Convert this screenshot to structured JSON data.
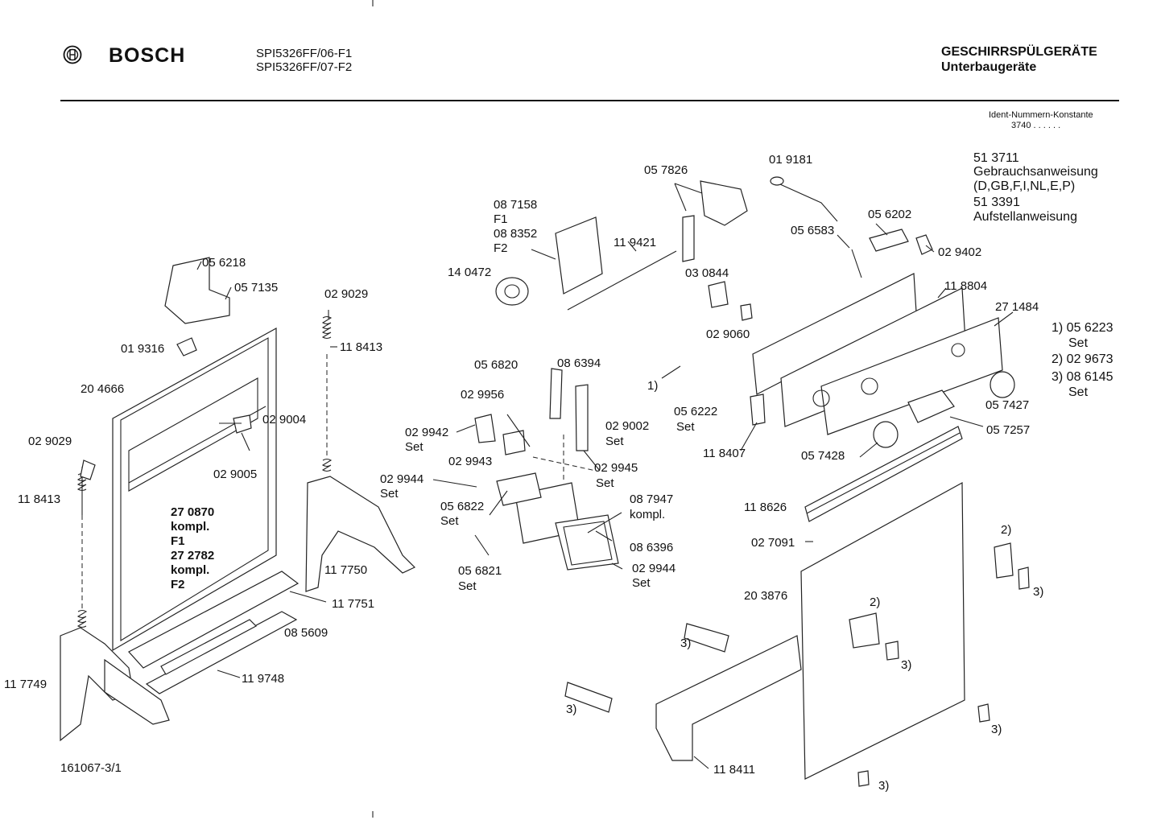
{
  "header": {
    "brand": "BOSCH",
    "model_line1": "SPI5326FF/06-F1",
    "model_line2": "SPI5326FF/07-F2",
    "category": "GESCHIRRSPÜLGERÄTE",
    "subcategory": "Unterbaugeräte",
    "ident_label": "Ident-Nummern-Konstante",
    "ident_value": "3740  . .   . . . ."
  },
  "documents": {
    "d1_no": "51 3711",
    "d1_name": "Gebrauchsanweisung",
    "d1_langs": "(D,GB,F,I,NL,E,P)",
    "d2_no": "51 3391",
    "d2_name": "Aufstellanweisung"
  },
  "footnotes": {
    "f1": "1) 05 6223",
    "f1_set": "Set",
    "f2": "2) 02 9673",
    "f3": "3) 08 6145",
    "f3_set": "Set"
  },
  "footer": {
    "drawing_no": "161067-3/1"
  },
  "labels": {
    "p_056218": "05 6218",
    "p_057135": "05 7135",
    "p_019316": "01 9316",
    "p_204666": "20 4666",
    "p_029029_top": "02 9029",
    "p_118413_top": "11 8413",
    "p_029029_left": "02 9029",
    "p_118413_left": "11 8413",
    "p_029004": "02 9004",
    "p_029005": "02 9005",
    "p_270870": "27 0870",
    "p_kompl1": "kompl.",
    "p_f1": "F1",
    "p_272782": "27 2782",
    "p_kompl2": "kompl.",
    "p_f2": "F2",
    "p_117750": "11 7750",
    "p_117751": "11 7751",
    "p_085609": "08 5609",
    "p_119748": "11 9748",
    "p_117749": "11 7749",
    "p_087158": "08 7158",
    "p_087158_f1": "F1",
    "p_088352": "08 8352",
    "p_088352_f2": "F2",
    "p_140472": "14 0472",
    "p_119421": "11 9421",
    "p_057826": "05 7826",
    "p_019181": "01 9181",
    "p_056202": "05 6202",
    "p_056583": "05 6583",
    "p_029402": "02 9402",
    "p_030844": "03 0844",
    "p_029060": "02 9060",
    "p_118804": "11 8804",
    "p_271484": "27 1484",
    "p_056820": "05 6820",
    "p_086394": "08 6394",
    "p_029956": "02 9956",
    "p_029942": "02 9942",
    "p_029942_set": "Set",
    "p_029002": "02 9002",
    "p_029002_set": "Set",
    "p_029943": "02 9943",
    "p_029945": "02 9945",
    "p_029945_set": "Set",
    "p_029944a": "02 9944",
    "p_029944a_set": "Set",
    "p_056822": "05 6822",
    "p_056822_set": "Set",
    "p_087947": "08 7947",
    "p_087947_kompl": "kompl.",
    "p_086396": "08 6396",
    "p_029944b": "02 9944",
    "p_029944b_set": "Set",
    "p_056821": "05 6821",
    "p_056821_set": "Set",
    "p_fn1": "1)",
    "p_056222": "05 6222",
    "p_056222_set": "Set",
    "p_118407": "11 8407",
    "p_057428": "05 7428",
    "p_057427": "05 7427",
    "p_057257": "05 7257",
    "p_118626": "11 8626",
    "p_027091": "02 7091",
    "p_203876": "20 3876",
    "p_fn2a": "2)",
    "p_fn2b": "2)",
    "p_fn3a": "3)",
    "p_fn3b": "3)",
    "p_fn3c": "3)",
    "p_fn3d": "3)",
    "p_fn3e": "3)",
    "p_fn3f": "3)",
    "p_118411": "11 8411"
  }
}
